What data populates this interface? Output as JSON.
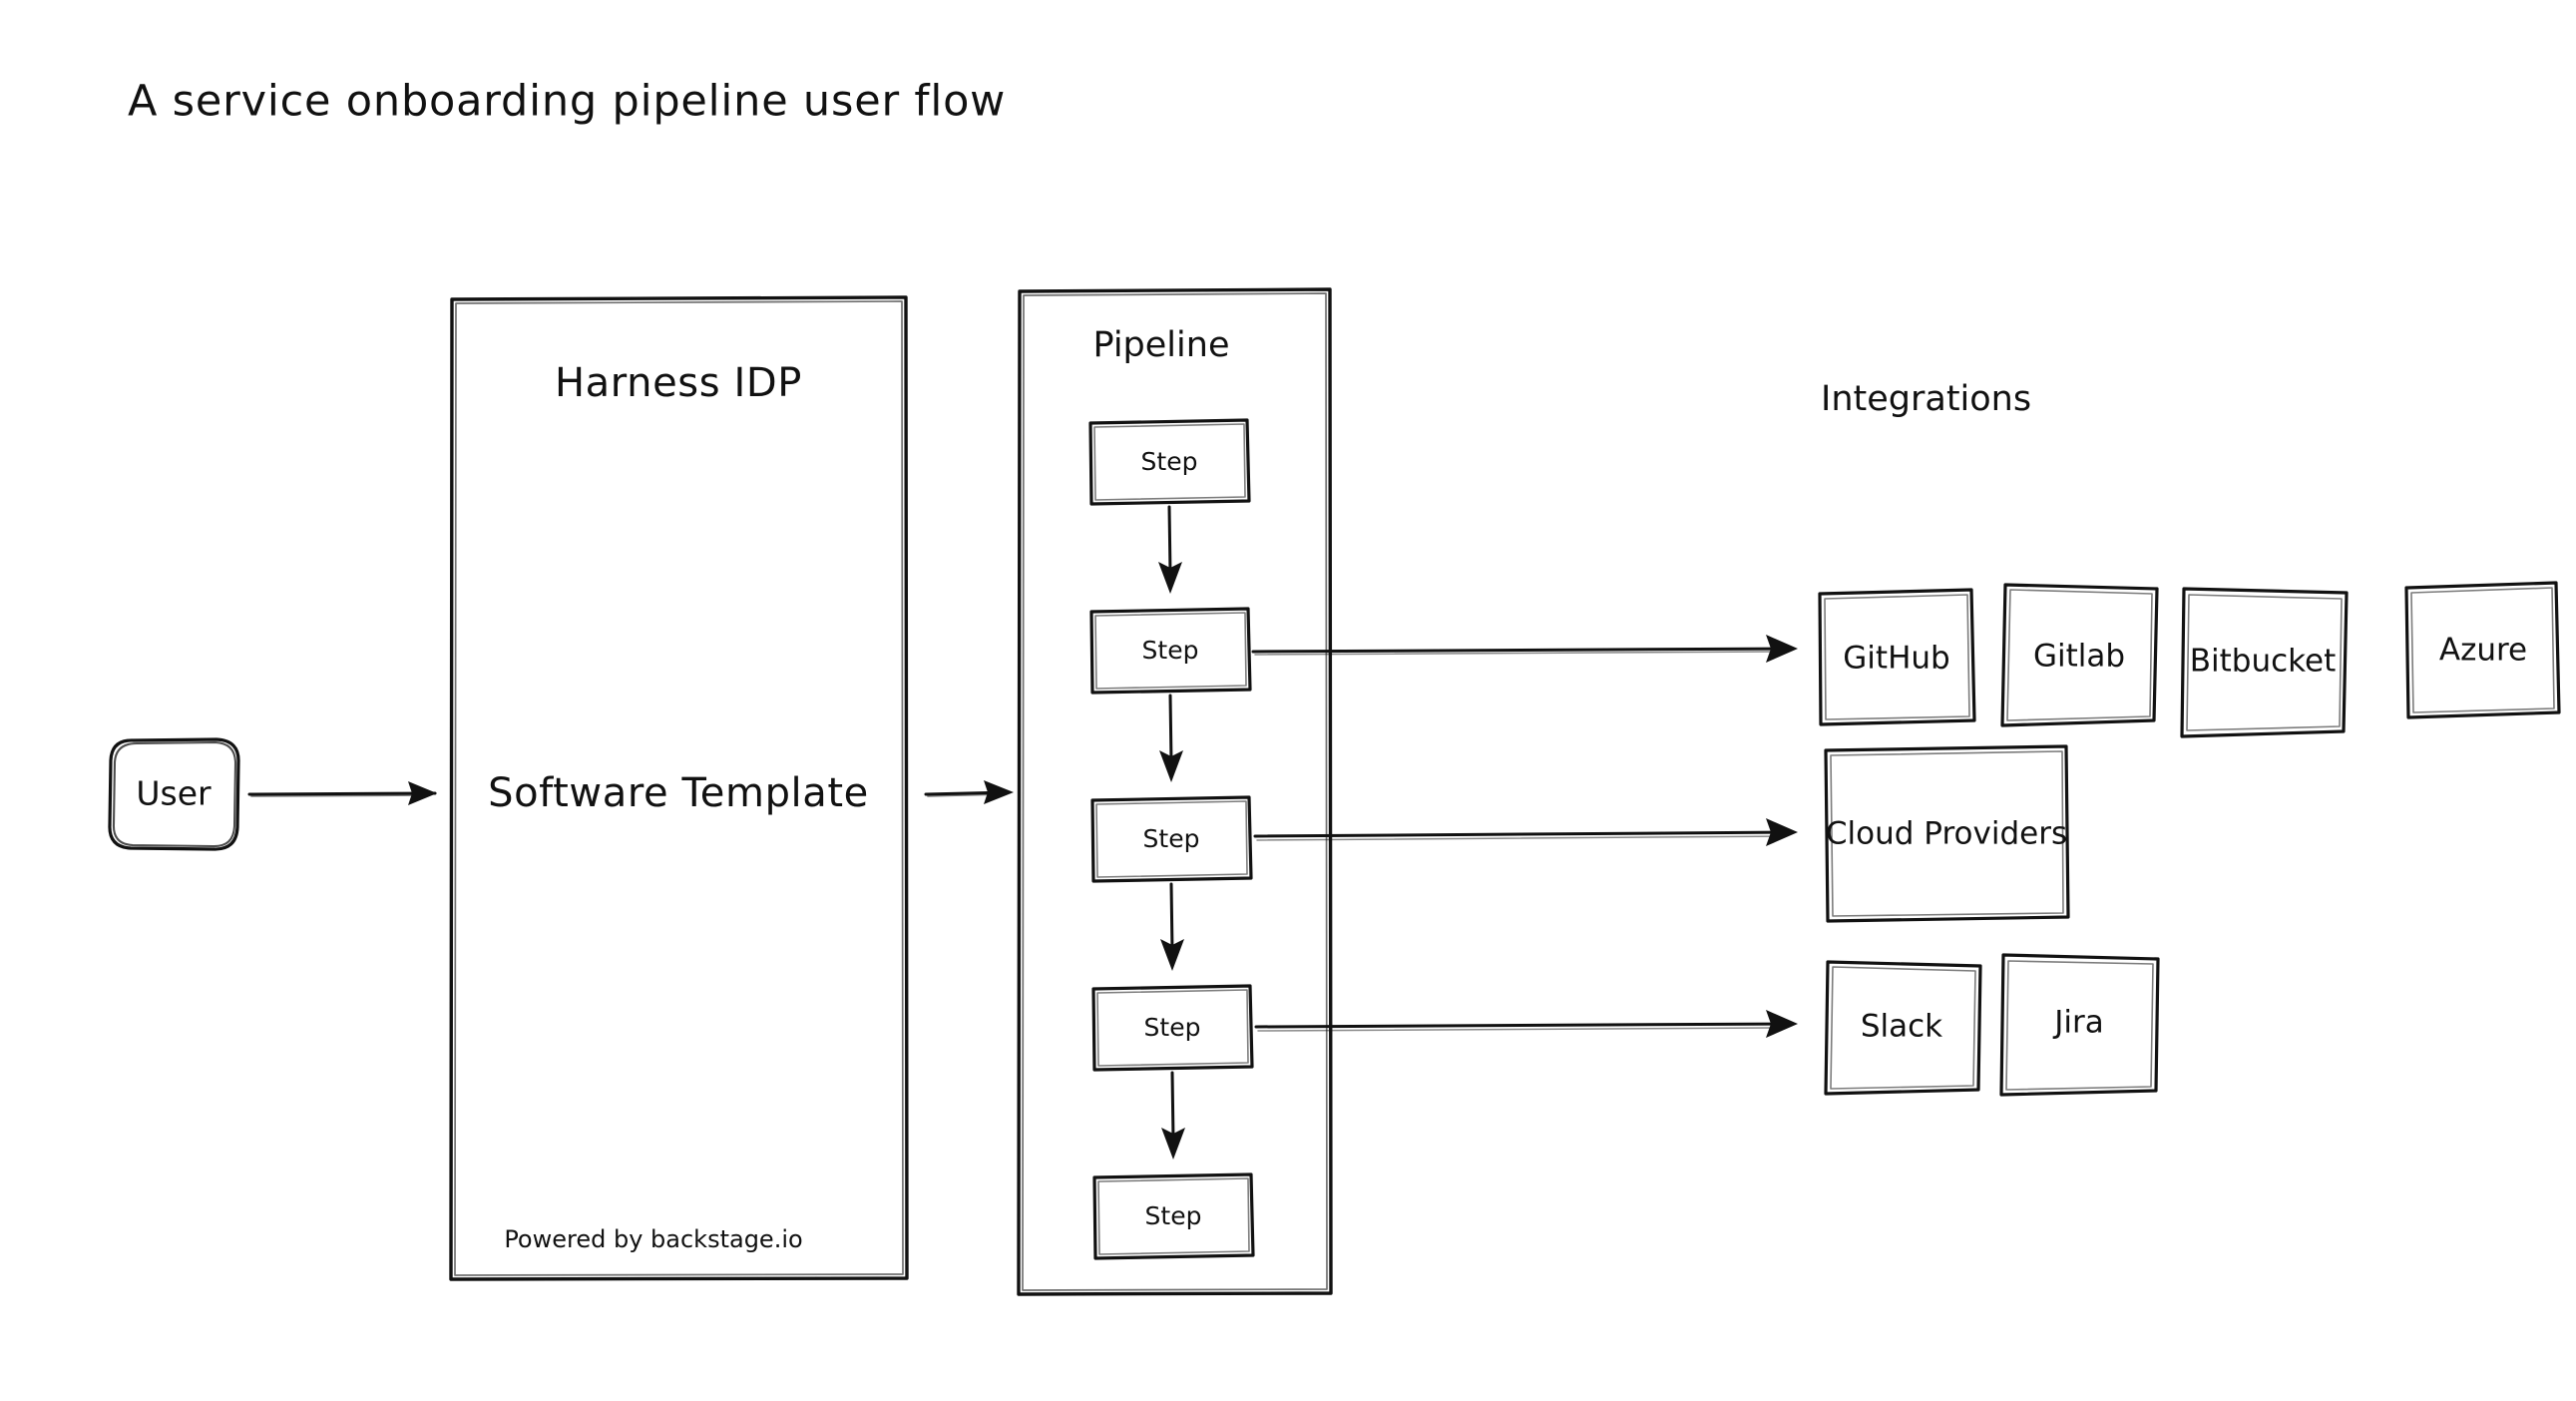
{
  "page": {
    "title": "A service onboarding pipeline user flow",
    "background_color": "#ffffff",
    "ink_color": "#111111",
    "style": "hand-drawn sketch"
  },
  "nodes": {
    "user": {
      "label": "User",
      "shape": "rounded-rectangle"
    },
    "idp_container": {
      "label": "Harness IDP",
      "inner_label": "Software Template",
      "footer": "Powered by backstage.io",
      "shape": "rectangle"
    },
    "pipeline_container": {
      "label": "Pipeline",
      "shape": "rectangle"
    },
    "integrations": {
      "label": "Integrations"
    }
  },
  "pipeline_steps": [
    {
      "label": "Step"
    },
    {
      "label": "Step"
    },
    {
      "label": "Step"
    },
    {
      "label": "Step"
    },
    {
      "label": "Step"
    }
  ],
  "integration_rows": [
    {
      "row_name": "scm-providers",
      "items": [
        {
          "label": "GitHub"
        },
        {
          "label": "Gitlab"
        },
        {
          "label": "Bitbucket"
        },
        {
          "label": "Azure"
        }
      ]
    },
    {
      "row_name": "cloud-providers",
      "items": [
        {
          "label": "Cloud Providers"
        }
      ]
    },
    {
      "row_name": "collaboration-tools",
      "items": [
        {
          "label": "Slack"
        },
        {
          "label": "Jira"
        }
      ]
    }
  ],
  "connections": [
    {
      "from": "user",
      "to": "idp_container",
      "type": "arrow"
    },
    {
      "from": "idp_container",
      "to": "pipeline_container",
      "type": "arrow"
    },
    {
      "from": "step1",
      "to": "step2",
      "type": "arrow"
    },
    {
      "from": "step2",
      "to": "step3",
      "type": "arrow"
    },
    {
      "from": "step3",
      "to": "step4",
      "type": "arrow"
    },
    {
      "from": "step4",
      "to": "step5",
      "type": "arrow"
    },
    {
      "from": "step2",
      "to": "GitHub",
      "type": "arrow"
    },
    {
      "from": "step3",
      "to": "Cloud Providers",
      "type": "arrow"
    },
    {
      "from": "step4",
      "to": "Slack",
      "type": "arrow"
    }
  ]
}
